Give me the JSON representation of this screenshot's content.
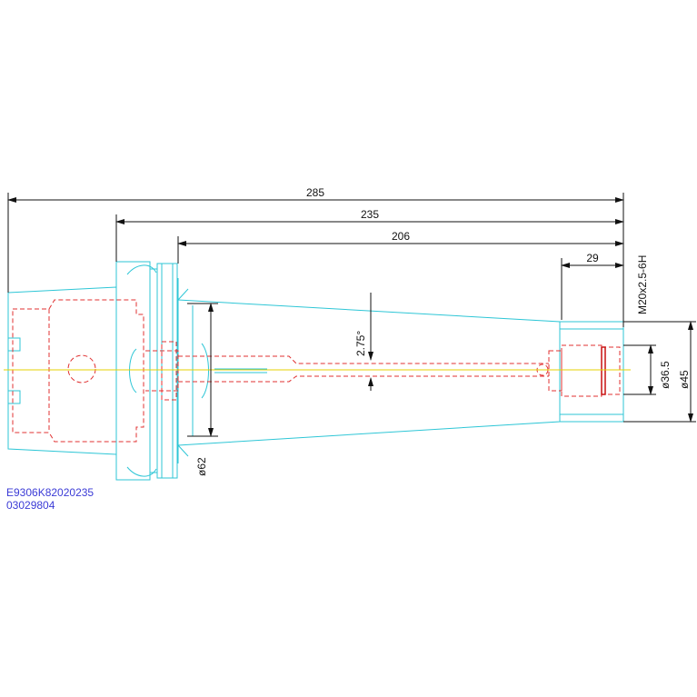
{
  "drawing": {
    "part_number": "E9306K82020235",
    "code": "03029804",
    "dimensions": {
      "overall_length": "285",
      "flange_length": "235",
      "body_length": "206",
      "bore_depth": "29",
      "thread": "M20x2.5-6H",
      "taper_angle": "2.75°",
      "base_diameter": "ø62",
      "bore_diameter": "ø36.5",
      "tip_diameter": "ø45"
    },
    "colors": {
      "outline": "#2ec6d6",
      "hidden": "#e03030",
      "center": "#e6d200",
      "dimension": "#111111",
      "code": "#3b3bd6"
    }
  }
}
